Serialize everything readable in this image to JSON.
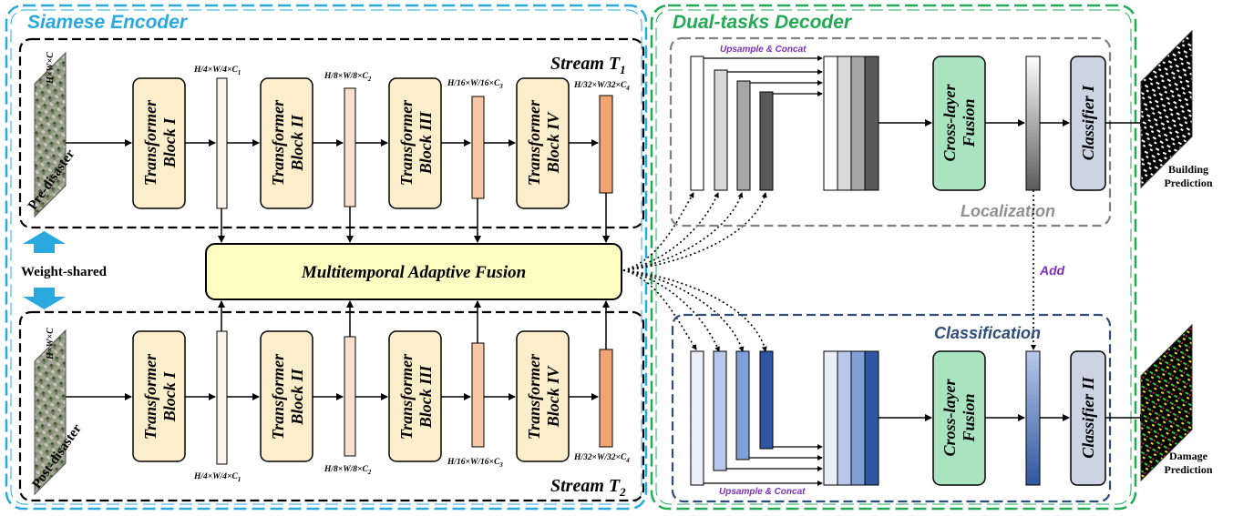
{
  "encoder": {
    "title": "Siamese Encoder",
    "title_color": "#2aa9e0",
    "stream1": {
      "label": "Stream T",
      "sub": "1"
    },
    "stream2": {
      "label": "Stream T",
      "sub": "2"
    },
    "input_dim": "H×W×C",
    "pre_label": "Pre-disaster",
    "post_label": "Post-disaster",
    "weight_shared": "Weight-shared",
    "fusion": "Multitemporal Adaptive Fusion",
    "blocks": [
      {
        "l1": "Transformer",
        "l2": "Block I"
      },
      {
        "l1": "Transformer",
        "l2": "Block II"
      },
      {
        "l1": "Transformer",
        "l2": "Block III"
      },
      {
        "l1": "Transformer",
        "l2": "Block IV"
      }
    ],
    "feat_dims": [
      {
        "a": "H/4×W/4×C",
        "s": "1"
      },
      {
        "a": "H/8×W/8×C",
        "s": "2"
      },
      {
        "a": "H/16×W/16×C",
        "s": "3"
      },
      {
        "a": "H/32×W/32×C",
        "s": "4"
      }
    ]
  },
  "decoder": {
    "title": "Dual-tasks Decoder",
    "title_color": "#22aa55",
    "localization": "Localization",
    "classification": "Classification",
    "upsample": "Upsample & Concat",
    "crosslayer": {
      "l1": "Cross-layer",
      "l2": "Fusion"
    },
    "classifier1": "Classifier I",
    "classifier2": "Classifier II",
    "add": "Add",
    "out1": {
      "l1": "Building",
      "l2": "Prediction"
    },
    "out2": {
      "l1": "Damage",
      "l2": "Prediction"
    }
  },
  "colors": {
    "block_fill": "#fdeecb",
    "fusion_fill": "#fdfdc2",
    "crosslayer_fill": "#a9e3c0",
    "classifier_fill": "#ccd3e3",
    "loc_border": "#808080",
    "cls_border": "#2f4d7a",
    "arrow_blue": "#2aa9e0",
    "accent_purple": "#7b2fbf"
  }
}
